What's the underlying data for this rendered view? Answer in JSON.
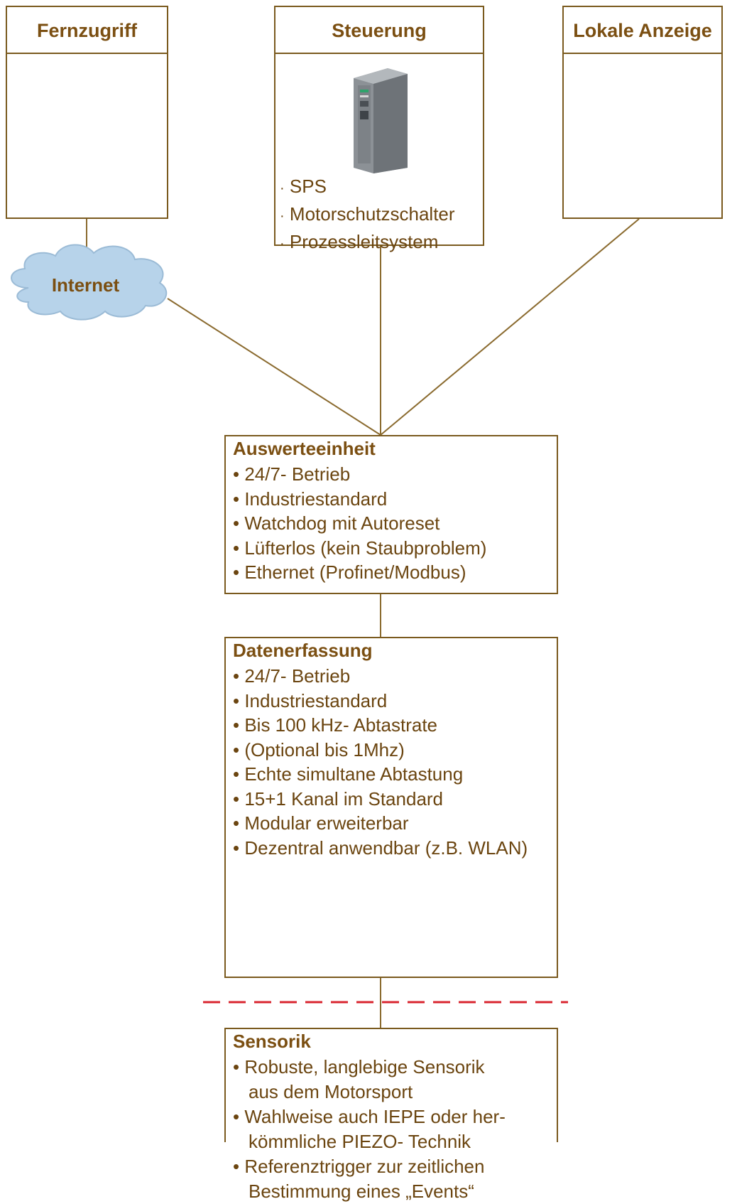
{
  "nodes": {
    "fernzugriff": {
      "title": "Fernzugriff"
    },
    "steuerung": {
      "title": "Steuerung",
      "items": [
        "SPS",
        "Motorschutzschalter",
        "Prozessleitsystem"
      ]
    },
    "lokale_anzeige": {
      "title": "Lokale Anzeige"
    },
    "internet": {
      "label": "Internet"
    },
    "auswerteeinheit": {
      "title": "Auswerteeinheit",
      "items": [
        "24/7- Betrieb",
        "Industriestandard",
        "Watchdog mit Autoreset",
        "Lüfterlos (kein Staubproblem)",
        "Ethernet (Profinet/Modbus)"
      ]
    },
    "datenerfassung": {
      "title": "Datenerfassung",
      "items": [
        "24/7- Betrieb",
        "Industriestandard",
        "Bis 100 kHz- Abtastrate",
        "(Optional bis 1Mhz)",
        "Echte simultane Abtastung",
        "15+1 Kanal im Standard",
        "Modular erweiterbar",
        "Dezentral anwendbar (z.B. WLAN)"
      ]
    },
    "sensorik": {
      "title": "Sensorik",
      "items": [
        "Robuste, langlebige Sensorik",
        "aus  dem Motorsport",
        "Wahlweise auch IEPE oder her-",
        "kömmliche PIEZO- Technik",
        "Referenztrigger zur zeitlichen",
        "Bestimmung eines „Events“"
      ]
    }
  },
  "colors": {
    "border": "#7a5a1e",
    "title": "#7b4f12",
    "text": "#6b4510",
    "screen": "#a9c8e0",
    "cloud": "#b7d3ea",
    "dashed_separator": "#d9252f"
  }
}
